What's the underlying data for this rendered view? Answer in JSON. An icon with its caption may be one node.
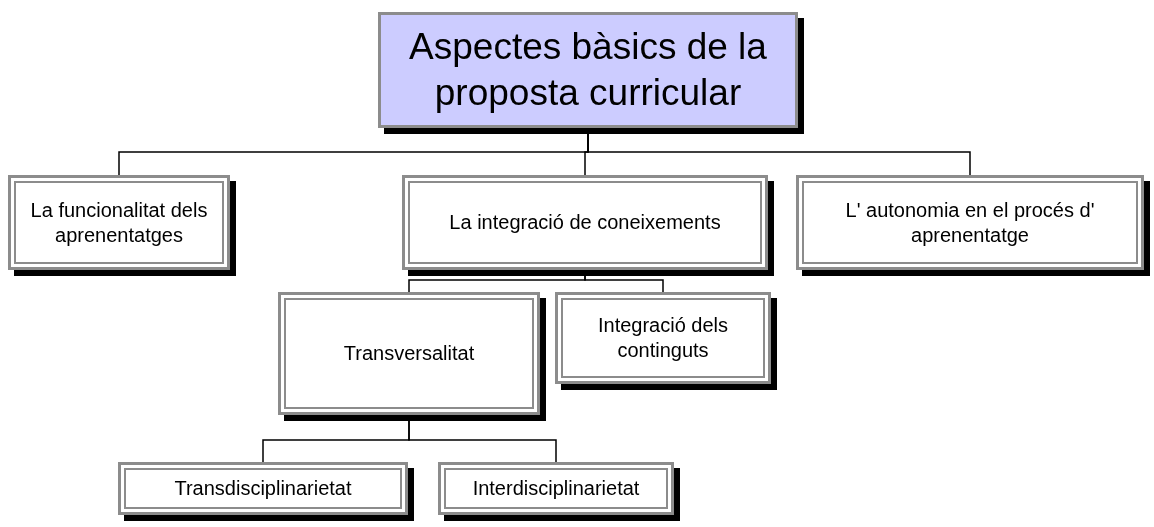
{
  "diagram": {
    "nodes": [
      {
        "text": [
          "Aspectes bàsics de la proposta curricular"
        ]
      },
      {
        "text": [
          "La funcionalitat dels aprenentatges"
        ]
      },
      {
        "text": [
          "La integració de coneixements"
        ]
      },
      {
        "text": [
          "L' autonomia en el procés d' aprenentatge"
        ]
      },
      {
        "text": [
          "Transversalitat"
        ]
      },
      {
        "text": [
          "Integració dels continguts"
        ]
      },
      {
        "text": [
          "Transdisciplinarietat"
        ]
      },
      {
        "text": [
          "Interdisciplinarietat"
        ]
      }
    ],
    "edges": [
      {
        "from": 0,
        "to": 1,
        "arrow": "none"
      },
      {
        "from": 0,
        "to": 2,
        "arrow": "none"
      },
      {
        "from": 0,
        "to": 3,
        "arrow": "none"
      },
      {
        "from": 2,
        "to": 4,
        "arrow": "none"
      },
      {
        "from": 2,
        "to": 5,
        "arrow": "none"
      },
      {
        "from": 4,
        "to": 6,
        "arrow": "none"
      },
      {
        "from": 4,
        "to": 7,
        "arrow": "none"
      }
    ]
  }
}
